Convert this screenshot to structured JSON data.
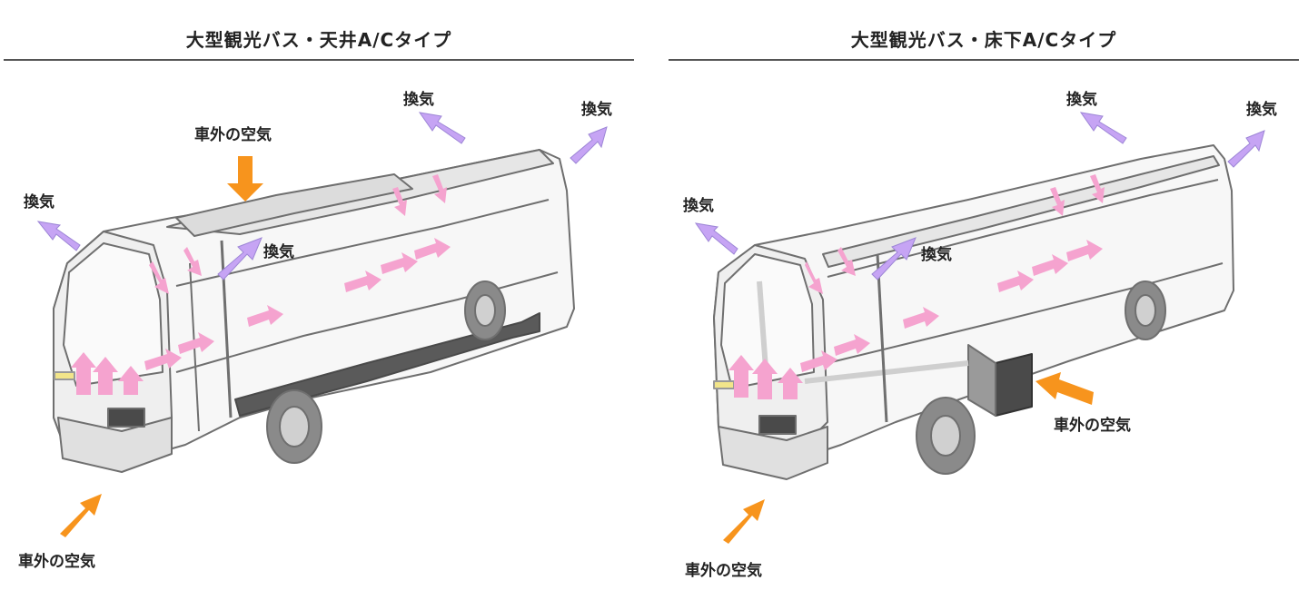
{
  "panels": [
    {
      "title": "大型観光バス・天井A/Cタイプ",
      "labels": {
        "outside_air_top": "車外の空気",
        "outside_air_bottom": "車外の空気",
        "exhaust_left": "換気",
        "exhaust_roof_top": "換気",
        "exhaust_rear": "換気",
        "exhaust_roof_mid": "換気"
      }
    },
    {
      "title": "大型観光バス・床下A/Cタイプ",
      "labels": {
        "outside_air_side": "車外の空気",
        "outside_air_bottom": "車外の空気",
        "exhaust_left": "換気",
        "exhaust_roof_top": "換気",
        "exhaust_rear": "換気",
        "exhaust_roof_mid": "換気"
      }
    }
  ],
  "colors": {
    "outside_air_arrow": "#f7941d",
    "exhaust_arrow": "#c6a4f4",
    "internal_airflow_arrow": "#f5a3cf",
    "bus_outline": "#6f6f6f",
    "bus_accent": "#5a5a5a"
  }
}
